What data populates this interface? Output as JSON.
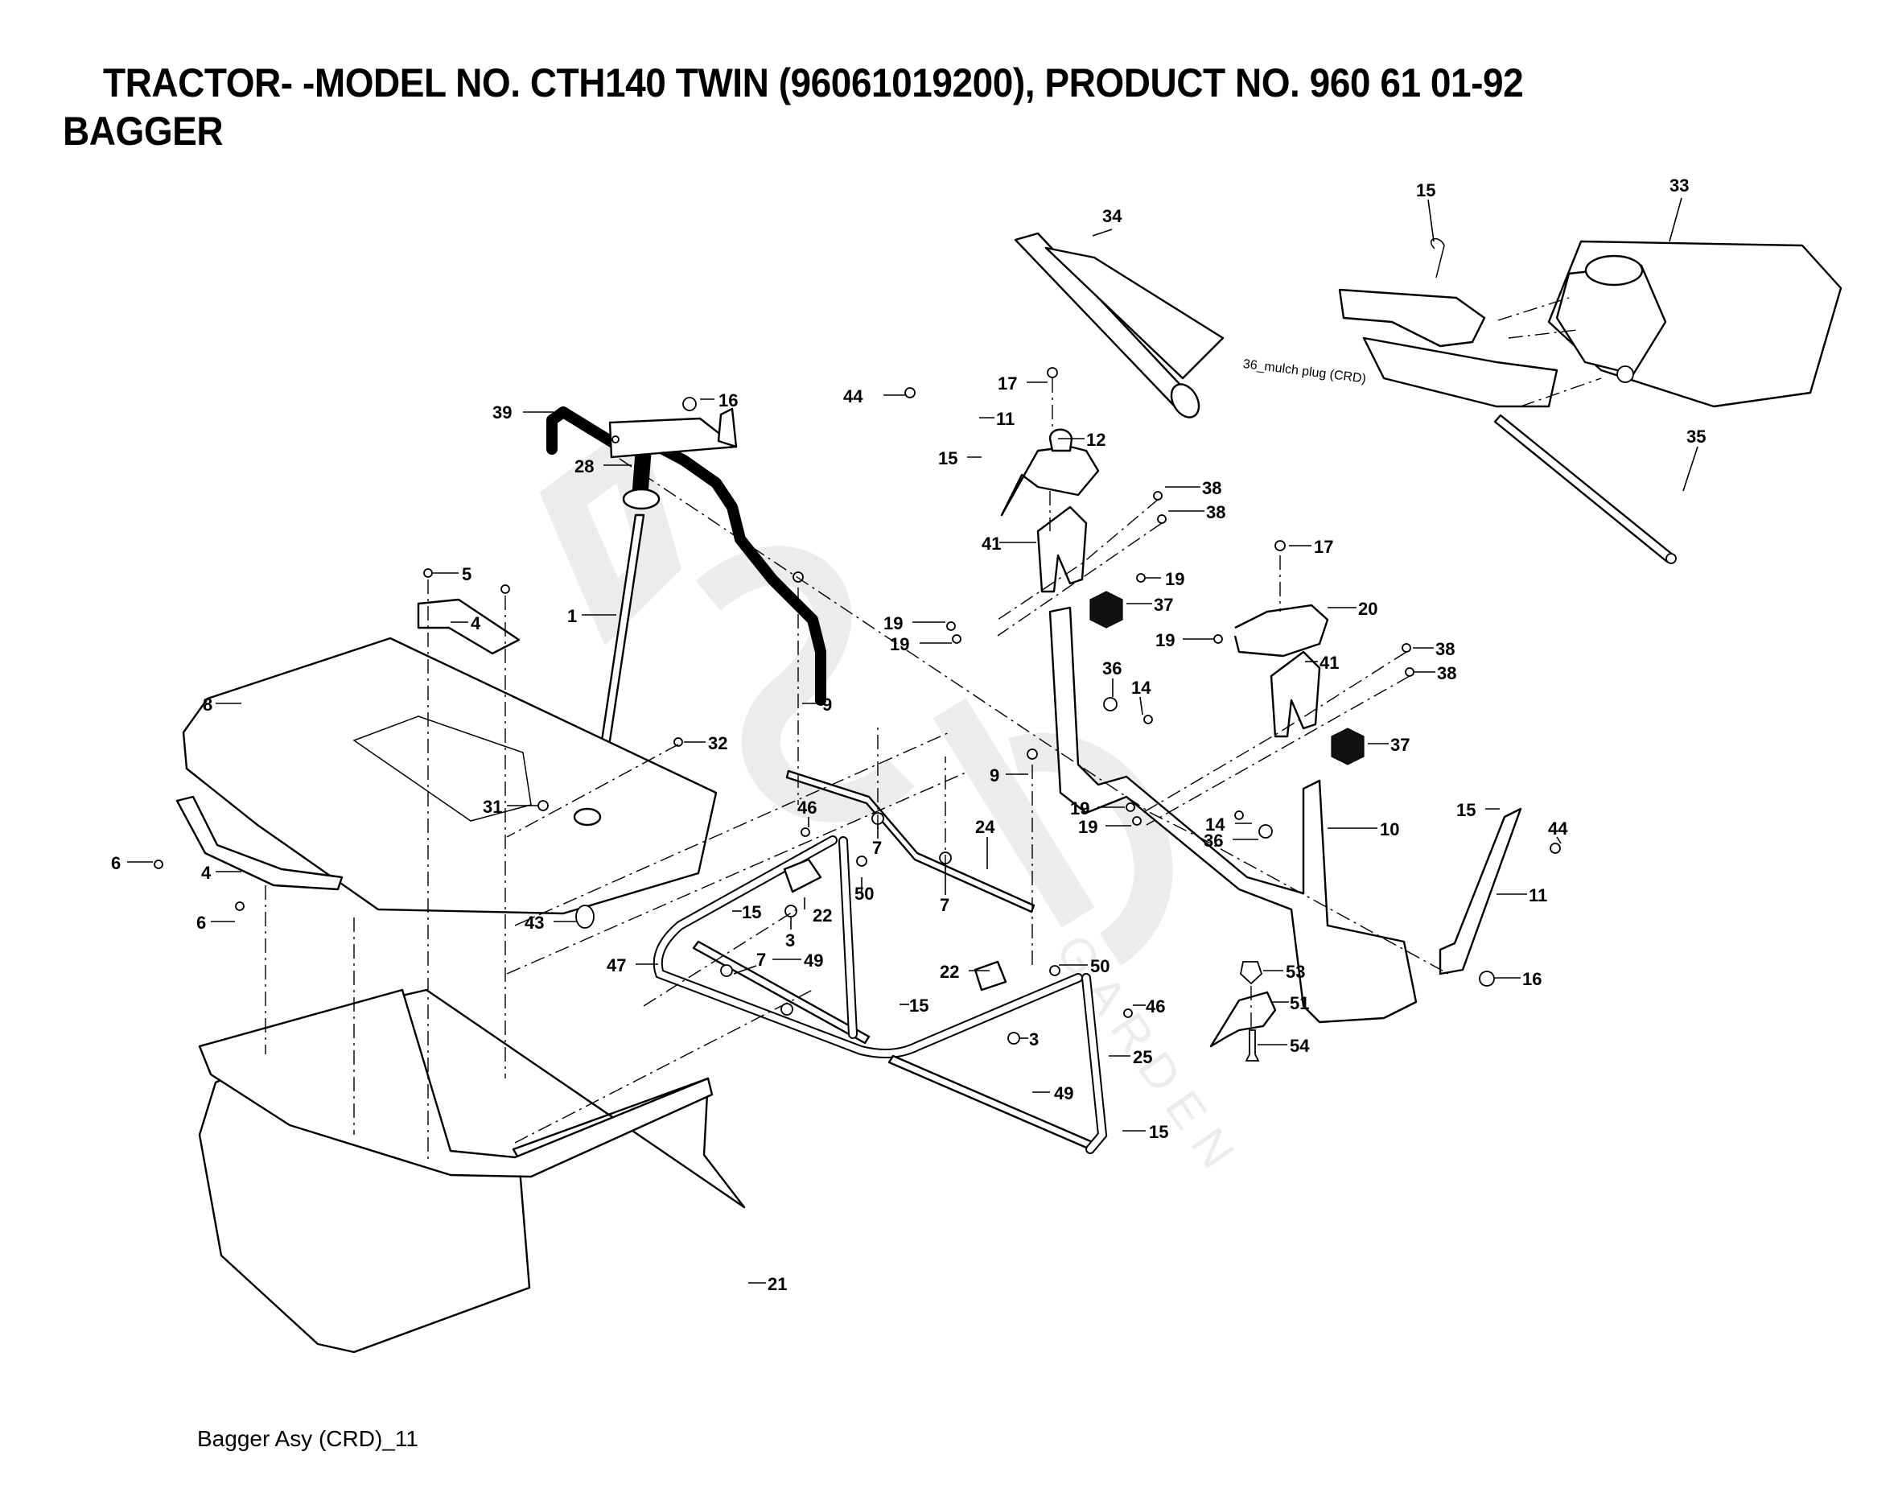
{
  "header": {
    "title_line1": "TRACTOR- -MODEL NO. CTH140 TWIN (96061019200), PRODUCT NO. 960 61 01-92",
    "title_line2": "BAGGER"
  },
  "footer": {
    "caption": "Bagger Asy (CRD)_11"
  },
  "annotations": {
    "mulch_plug_note": "36_mulch plug (CRD)"
  },
  "watermark": {
    "brand": "Stiga",
    "sub": "GARDEN"
  },
  "callouts": [
    {
      "id": "c34",
      "label": "34"
    },
    {
      "id": "c15a",
      "label": "15"
    },
    {
      "id": "c33",
      "label": "33"
    },
    {
      "id": "c35",
      "label": "35"
    },
    {
      "id": "c39",
      "label": "39"
    },
    {
      "id": "c16a",
      "label": "16"
    },
    {
      "id": "c44a",
      "label": "44"
    },
    {
      "id": "c11a",
      "label": "11"
    },
    {
      "id": "c17a",
      "label": "17"
    },
    {
      "id": "c12",
      "label": "12"
    },
    {
      "id": "c15b",
      "label": "15"
    },
    {
      "id": "c28",
      "label": "28"
    },
    {
      "id": "c38a",
      "label": "38"
    },
    {
      "id": "c38b",
      "label": "38"
    },
    {
      "id": "c41a",
      "label": "41"
    },
    {
      "id": "c19a",
      "label": "19"
    },
    {
      "id": "c17b",
      "label": "17"
    },
    {
      "id": "c5",
      "label": "5"
    },
    {
      "id": "c4a",
      "label": "4"
    },
    {
      "id": "c1",
      "label": "1"
    },
    {
      "id": "c19b",
      "label": "19"
    },
    {
      "id": "c19c",
      "label": "19"
    },
    {
      "id": "c37a",
      "label": "37"
    },
    {
      "id": "c20",
      "label": "20"
    },
    {
      "id": "c19d",
      "label": "19"
    },
    {
      "id": "c38c",
      "label": "38"
    },
    {
      "id": "c41b",
      "label": "41"
    },
    {
      "id": "c38d",
      "label": "38"
    },
    {
      "id": "c8",
      "label": "8"
    },
    {
      "id": "c9a",
      "label": "9"
    },
    {
      "id": "c36a",
      "label": "36"
    },
    {
      "id": "c14a",
      "label": "14"
    },
    {
      "id": "c32",
      "label": "32"
    },
    {
      "id": "c37b",
      "label": "37"
    },
    {
      "id": "c9b",
      "label": "9"
    },
    {
      "id": "c31",
      "label": "31"
    },
    {
      "id": "c46a",
      "label": "46"
    },
    {
      "id": "c19e",
      "label": "19"
    },
    {
      "id": "c15c",
      "label": "15"
    },
    {
      "id": "c44b",
      "label": "44"
    },
    {
      "id": "c19f",
      "label": "19"
    },
    {
      "id": "c14b",
      "label": "14"
    },
    {
      "id": "c7a",
      "label": "7"
    },
    {
      "id": "c10",
      "label": "10"
    },
    {
      "id": "c6a",
      "label": "6"
    },
    {
      "id": "c36b",
      "label": "36"
    },
    {
      "id": "c24",
      "label": "24"
    },
    {
      "id": "c4b",
      "label": "4"
    },
    {
      "id": "c50a",
      "label": "50"
    },
    {
      "id": "c22a",
      "label": "22"
    },
    {
      "id": "c7b",
      "label": "7"
    },
    {
      "id": "c11b",
      "label": "11"
    },
    {
      "id": "c6b",
      "label": "6"
    },
    {
      "id": "c43",
      "label": "43"
    },
    {
      "id": "c15d",
      "label": "15"
    },
    {
      "id": "c3a",
      "label": "3"
    },
    {
      "id": "c47",
      "label": "47"
    },
    {
      "id": "c49a",
      "label": "49"
    },
    {
      "id": "c7c",
      "label": "7"
    },
    {
      "id": "c50b",
      "label": "50"
    },
    {
      "id": "c53",
      "label": "53"
    },
    {
      "id": "c22b",
      "label": "22"
    },
    {
      "id": "c16b",
      "label": "16"
    },
    {
      "id": "c15e",
      "label": "15"
    },
    {
      "id": "c46b",
      "label": "46"
    },
    {
      "id": "c51",
      "label": "51"
    },
    {
      "id": "c3b",
      "label": "3"
    },
    {
      "id": "c25",
      "label": "25"
    },
    {
      "id": "c54",
      "label": "54"
    },
    {
      "id": "c49b",
      "label": "49"
    },
    {
      "id": "c15f",
      "label": "15"
    },
    {
      "id": "c21",
      "label": "21"
    }
  ]
}
